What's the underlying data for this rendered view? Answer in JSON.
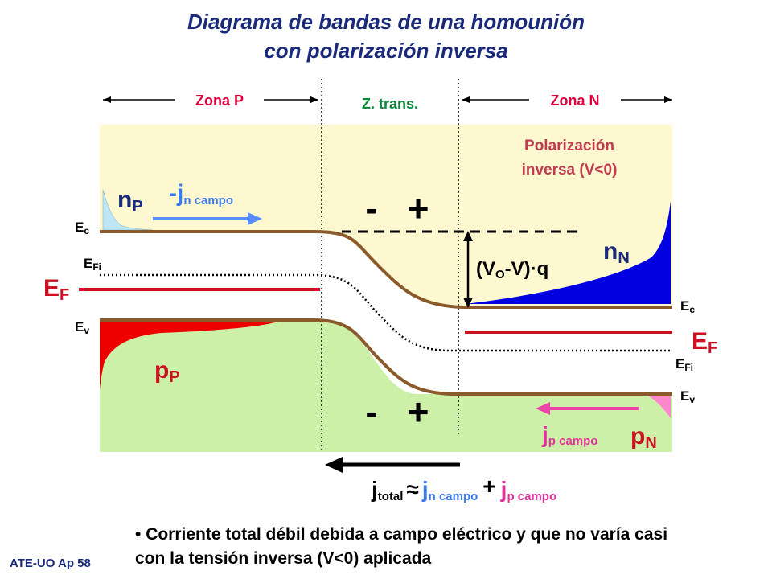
{
  "title_line1": "Diagrama de bandas de una homounión",
  "title_line2": "con polarización inversa",
  "zones": {
    "p": "Zona P",
    "trans": "Z. trans.",
    "n": "Zona N"
  },
  "polarization": {
    "line1": "Polarización",
    "line2": "inversa (V<0)"
  },
  "labels": {
    "ec": "E",
    "ec_sub": "c",
    "ev": "E",
    "ev_sub": "v",
    "efi": "E",
    "efi_sub": "Fi",
    "ef": "E",
    "ef_sub": "F",
    "np": "n",
    "np_sub": "P",
    "nn": "n",
    "nn_sub": "N",
    "pp": "p",
    "pp_sub": "P",
    "pn": "p",
    "pn_sub": "N",
    "jn_main": "-j",
    "jn_sub": "n campo",
    "jp_main": "j",
    "jp_sub": "p campo",
    "minus": "-",
    "plus": "+",
    "barrier_pre": "(V",
    "barrier_sub": "O",
    "barrier_post": "-V)·q",
    "jtotal_j": "j",
    "jtotal_sub": "total",
    "jtotal_approx": "≈",
    "jtotal_jn": "j",
    "jtotal_jn_sub": "n campo",
    "jtotal_plus": "+",
    "jtotal_jp": "j",
    "jtotal_jp_sub": "p campo"
  },
  "bullet": "Corriente total débil debida a campo eléctrico y que no varía casi con la tensión inversa (V<0) aplicada",
  "footer": "ATE-UO Ap 58",
  "colors": {
    "title": "#1a2a7a",
    "zone_label": "#e0003c",
    "trans_label": "#0a8a3a",
    "band": "#8b5a2b",
    "fermi": "#cc1122",
    "conduction_bg": "#fdf8cf",
    "valence_bg": "#ccf0a8",
    "electrons_n": "#0000e0",
    "electrons_p": "#bfe6f5",
    "holes_p": "#ee0000",
    "holes_n": "#ff88cc",
    "arrow_blue": "#5a8cff",
    "arrow_pink": "#ee44aa",
    "blue_text": "#3a7af0",
    "pink_text": "#e0309a",
    "polar_text": "#c03a50"
  }
}
